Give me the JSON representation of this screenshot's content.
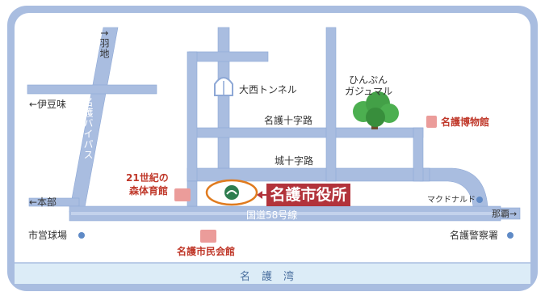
{
  "labels": {
    "haneji": "↑羽地",
    "nago_bypass": "名護バイパス",
    "izumi": "←伊豆味",
    "motobu": "←本部",
    "stadium": "市営球場",
    "tunnel": "大西トンネル",
    "gajumaru_line1": "ひんぷん",
    "gajumaru_line2": "ガジュマル",
    "nago_crossing": "名護十字路",
    "shiro_crossing": "城十字路",
    "museum": "名護博物館",
    "gym_line1": "21世紀の",
    "gym_line2": "森体育館",
    "city_hall": "名護市役所",
    "mcdonalds": "マクドナルド",
    "naha": "那覇→",
    "route58": "国道58号線",
    "police": "名護警察署",
    "civic_hall": "名護市民会館",
    "bay": "名護湾"
  },
  "colors": {
    "road": "#a9bde0",
    "road_border": "#8ea8d6",
    "land": "#e8f0f8",
    "bay": "#dcecf7",
    "frame": "#a9bde0",
    "accent_red": "#c0392b",
    "city_hall_box": "#b2333b",
    "pink_building": "#eb9c9a",
    "dot": "#5f8ac6",
    "tree": "#4caf50",
    "logo_ring": "#e07b1f",
    "logo_green": "#2e7d4f"
  },
  "icons": [
    "tunnel-icon",
    "banyan-tree-icon",
    "city-logo-icon",
    "arrow-left-icon"
  ]
}
